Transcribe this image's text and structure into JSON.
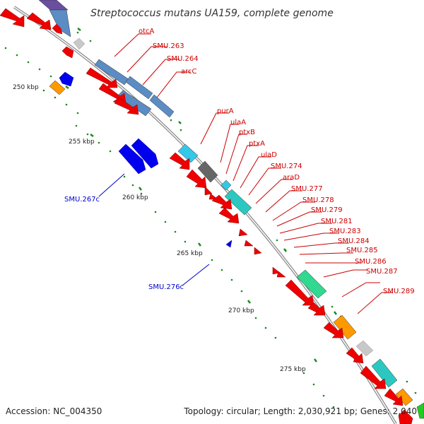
{
  "title": "Streptococcus mutans UA159, complete genome",
  "footer": {
    "accession": "Accession: NC_004350",
    "topology": "Topology: circular; Length: 2,030,921 bp; Genes: 2,040"
  },
  "scale_labels": [
    "250 kbp",
    "255 kbp",
    "260 kbp",
    "265 kbp",
    "270 kbp",
    "275 kbp"
  ],
  "gene_labels_forward": [
    "otcA",
    "SMU.263",
    "SMU.264",
    "arcC",
    "purA",
    "ulaA",
    "ptxB",
    "ptxA",
    "ulaD",
    "SMU.274",
    "araD",
    "SMU.277",
    "SMU.278",
    "SMU.279",
    "SMU.281",
    "SMU.283",
    "SMU.284",
    "SMU.285",
    "SMU.286",
    "SMU.287",
    "SMU.289"
  ],
  "gene_labels_reverse": [
    "SMU.267c",
    "SMU.276c"
  ],
  "colors": {
    "forward_label": "#cc0000",
    "reverse_label": "#0000cc",
    "cds": "#ee0000",
    "reverse_cds": "#0000ee",
    "backbone": "#888888",
    "tick": "#008800"
  }
}
